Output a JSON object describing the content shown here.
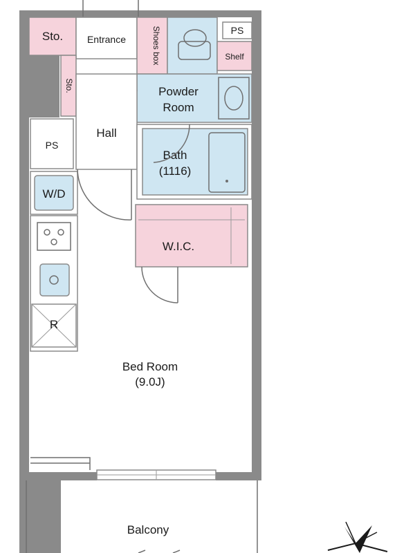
{
  "rooms": {
    "storage_top": "Sto.",
    "entrance": "Entrance",
    "shoes_box": "Shoes box",
    "ps_top": "PS",
    "shelf": "Shelf",
    "storage_side": "Sto.",
    "powder_room_line1": "Powder",
    "powder_room_line2": "Room",
    "hall": "Hall",
    "ps_left": "PS",
    "bath_line1": "Bath",
    "bath_line2": "(1116)",
    "washer_dryer": "W/D",
    "wic": "W.I.C.",
    "refrigerator": "R",
    "bedroom_line1": "Bed Room",
    "bedroom_line2": "(9.0J)",
    "balcony": "Balcony"
  },
  "colors": {
    "wet_area": "#cfe6f2",
    "storage": "#f6d3dc",
    "wall": "#8a8a8a"
  }
}
